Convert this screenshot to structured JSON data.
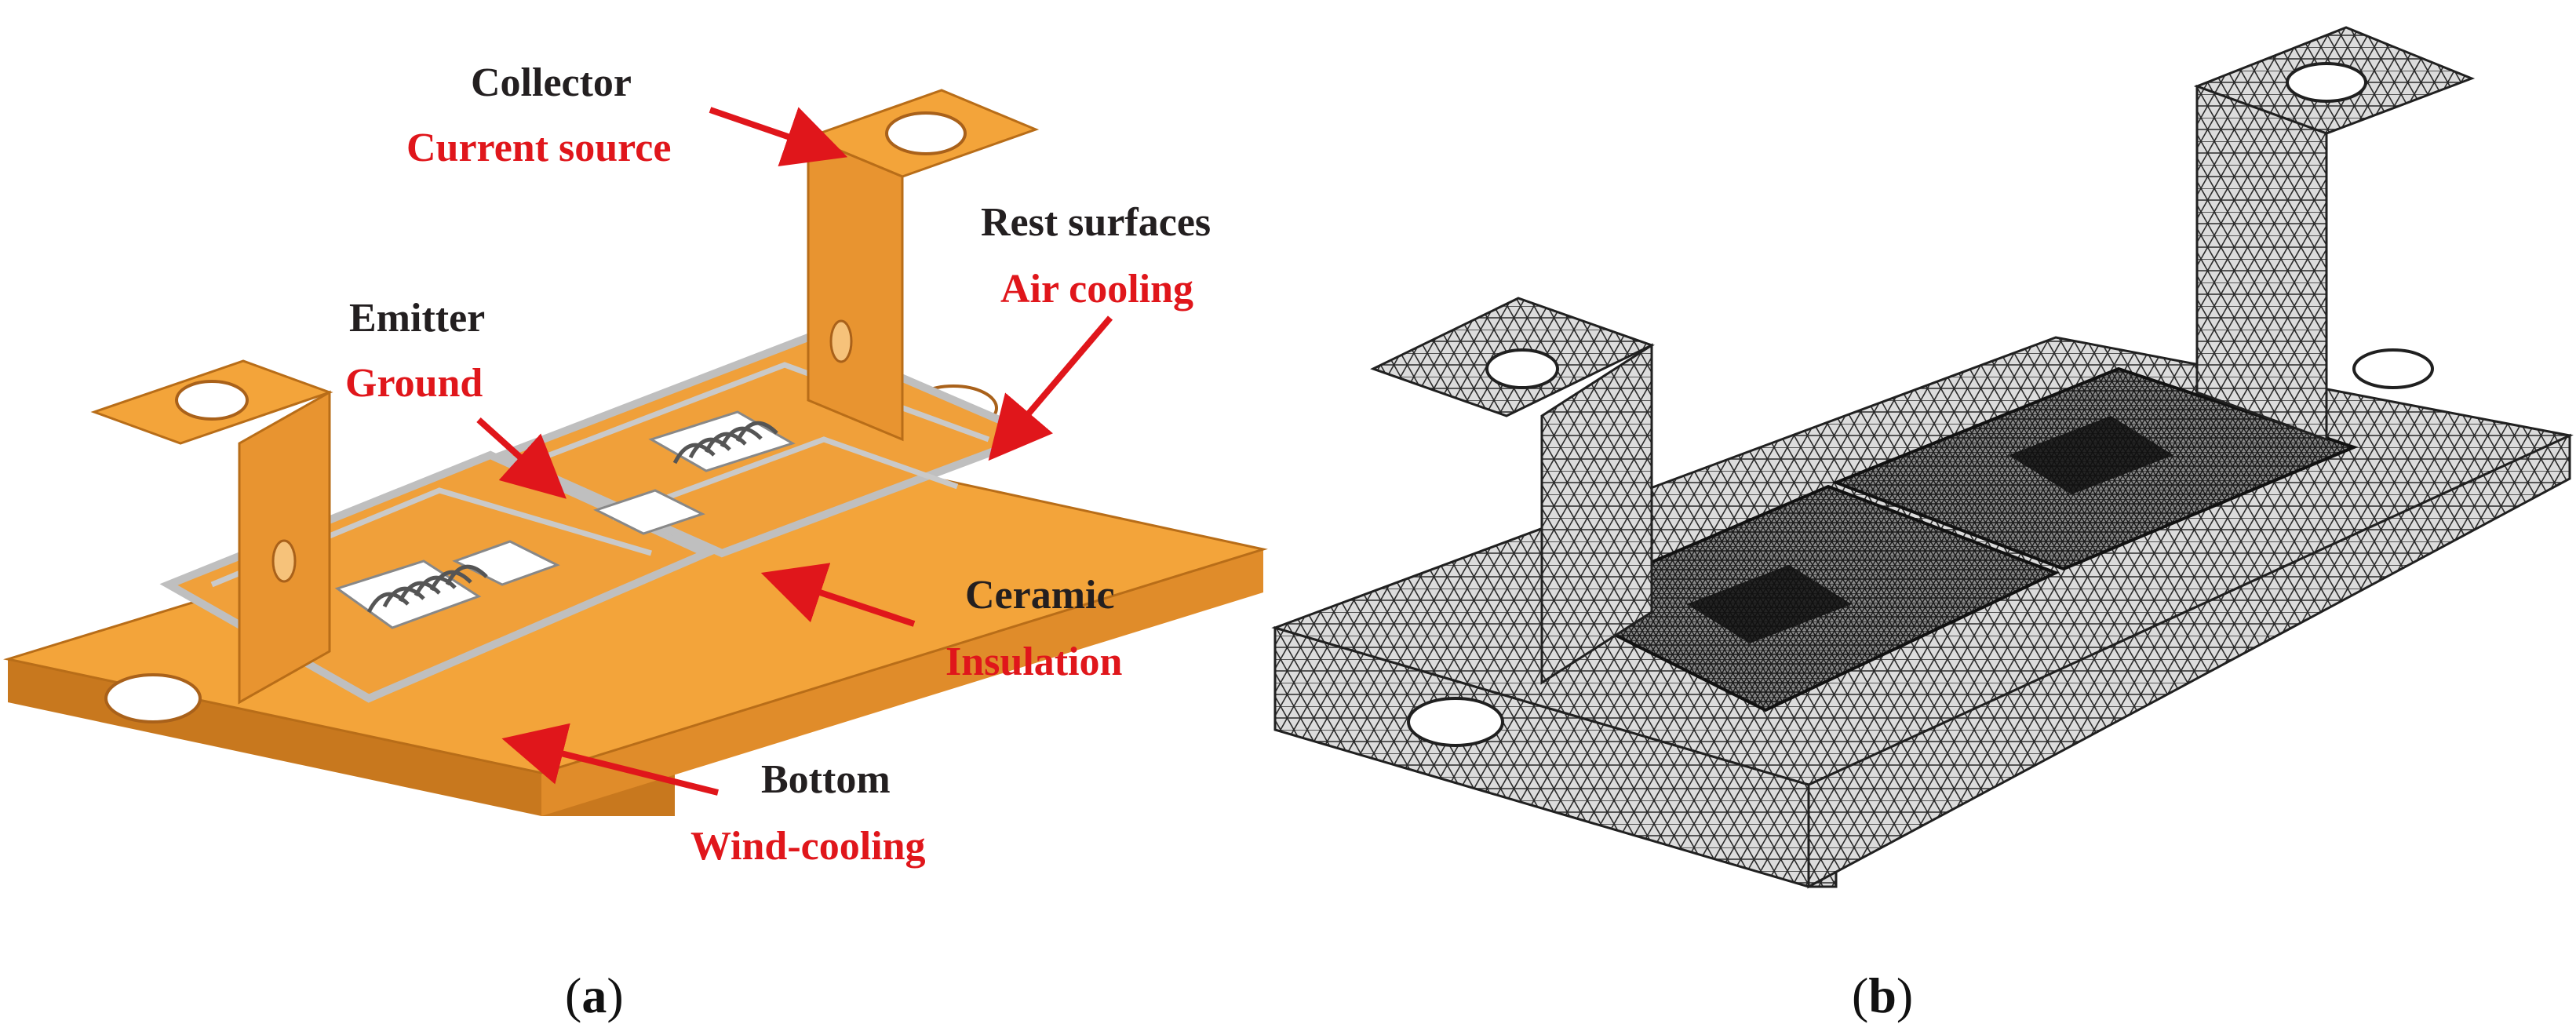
{
  "colors": {
    "copper": "#f3a43a",
    "copper_dark": "#c8781e",
    "copper_shadow": "#a9611a",
    "trace": "#c9c9c9",
    "label_dark": "#231f20",
    "label_red": "#e0161b",
    "arrow": "#e0161b",
    "mesh_fill": "#d9d9d9",
    "mesh_line": "#202020"
  },
  "panel_a": {
    "labels": [
      {
        "id": "collector",
        "name": "Collector",
        "condition": "Current source"
      },
      {
        "id": "rest-surfaces",
        "name": "Rest surfaces",
        "condition": "Air cooling"
      },
      {
        "id": "emitter",
        "name": "Emitter",
        "condition": "Ground"
      },
      {
        "id": "ceramic",
        "name": "Ceramic",
        "condition": "Insulation"
      },
      {
        "id": "bottom",
        "name": "Bottom",
        "condition": "Wind-cooling"
      }
    ],
    "caption_open": "(",
    "caption_letter": "a",
    "caption_close": ")"
  },
  "panel_b": {
    "caption_open": "(",
    "caption_letter": "b",
    "caption_close": ")"
  }
}
